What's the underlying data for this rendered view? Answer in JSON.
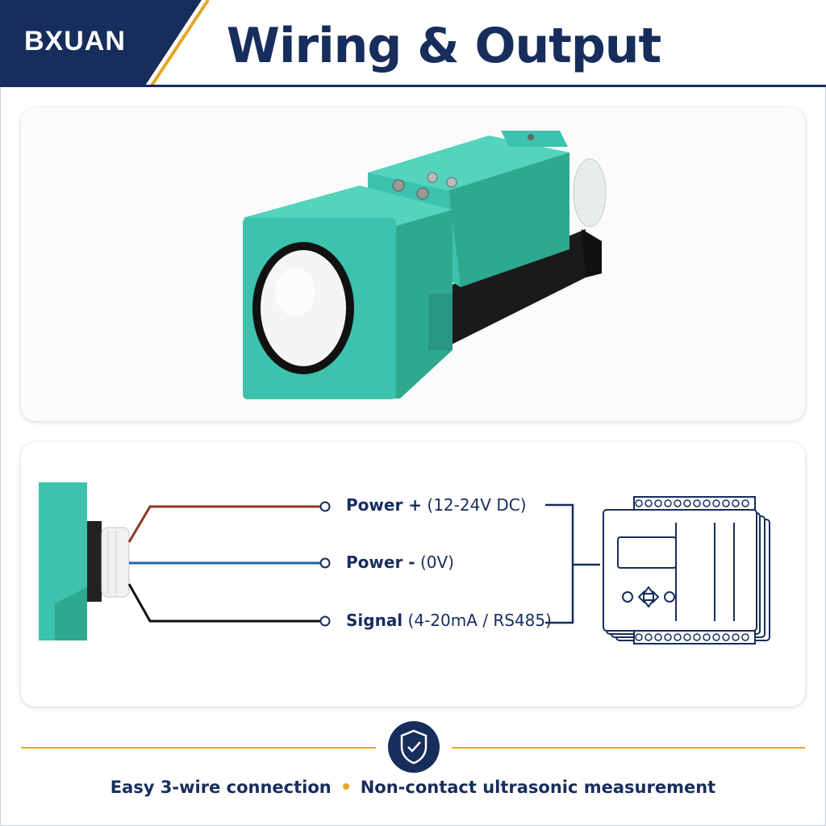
{
  "header": {
    "brand": "BXUAN",
    "title": "Wiring & Output"
  },
  "wiring": {
    "wires": [
      {
        "name": "Power +",
        "detail": "(12-24V DC)",
        "color": "#8b3a1e"
      },
      {
        "name": "Power -",
        "detail": "(0V)",
        "color": "#1f63b0"
      },
      {
        "name": "Signal",
        "detail": "(4-20mA / RS485)",
        "color": "#111111"
      }
    ]
  },
  "footer": {
    "icon": "shield-check-icon",
    "features": [
      "Easy 3-wire connection",
      "Non-contact ultrasonic measurement"
    ]
  },
  "colors": {
    "navy": "#172d5c",
    "accent": "#e4a724",
    "sensor_teal": "#3cc2ad"
  }
}
